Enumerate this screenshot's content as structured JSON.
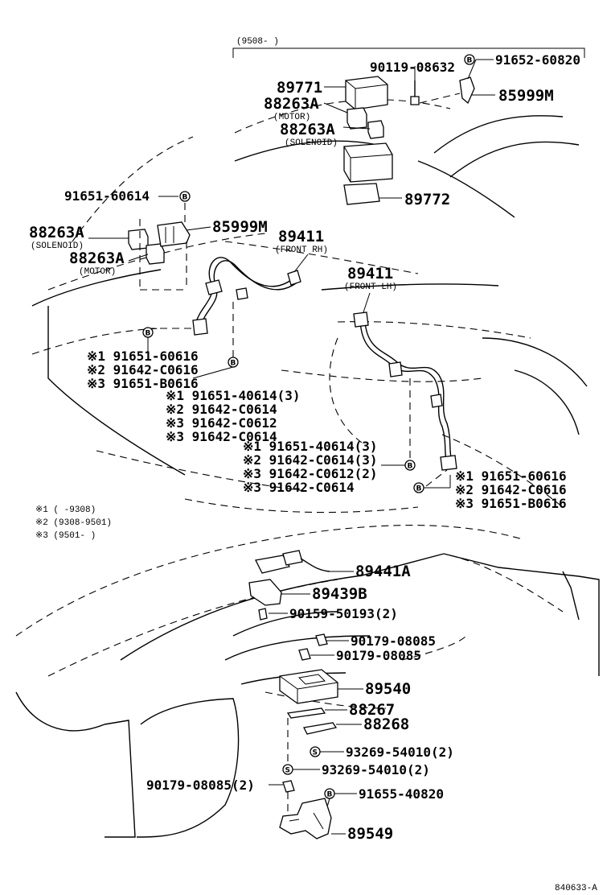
{
  "date_range": "(9508-     )",
  "labels": {
    "p90119": "90119-08632",
    "p91652": "91652-60820",
    "p89771": "89771",
    "p88263a_motor_top": "88263A",
    "motor_top": "(MOTOR)",
    "p88263a_sol_top": "88263A",
    "sol_top": "(SOLENOID)",
    "p85999m_top": "85999M",
    "p89772": "89772",
    "p91651_60614": "91651-60614",
    "p88263a_sol_left": "88263A",
    "sol_left": "(SOLENOID)",
    "p88263a_motor_left": "88263A",
    "motor_left": "(MOTOR)",
    "p85999m_left": "85999M",
    "p89411_rh": "89411",
    "front_rh": "(FRONT RH)",
    "p89411_lh": "89411",
    "front_lh": "(FRONT LH)",
    "a1": "※1 91651-60616",
    "a2": "※2 91642-C0616",
    "a3": "※3 91651-B0616",
    "b1": "※1 91651-40614(3)",
    "b2": "※2 91642-C0614",
    "b3": "※3 91642-C0612",
    "b4": "※3 91642-C0614",
    "c1": "※1 91651-40614(3)",
    "c2": "※2 91642-C0614(3)",
    "c3": "※3 91642-C0612(2)",
    "c4": "※3 91642-C0614",
    "d1": "※1 91651-60616",
    "d2": "※2 91642-C0616",
    "d3": "※3 91651-B0616",
    "n1": "※1 (      -9308)",
    "n2": "※2 (9308-9501)",
    "n3": "※3 (9501-      )",
    "p89441a": "89441A",
    "p89439b": "89439B",
    "p90159": "90159-50193(2)",
    "p90179_a": "90179-08085",
    "p90179_b": "90179-08085",
    "p89540": "89540",
    "p88267": "88267",
    "p88268": "88268",
    "p93269_a": "93269-54010(2)",
    "p93269_b": "93269-54010(2)",
    "p90179_c": "90179-08085(2)",
    "p91655": "91655-40820",
    "p89549": "89549",
    "code": "840633-A"
  },
  "symbols": {
    "bolt": "B",
    "stud": "S"
  }
}
